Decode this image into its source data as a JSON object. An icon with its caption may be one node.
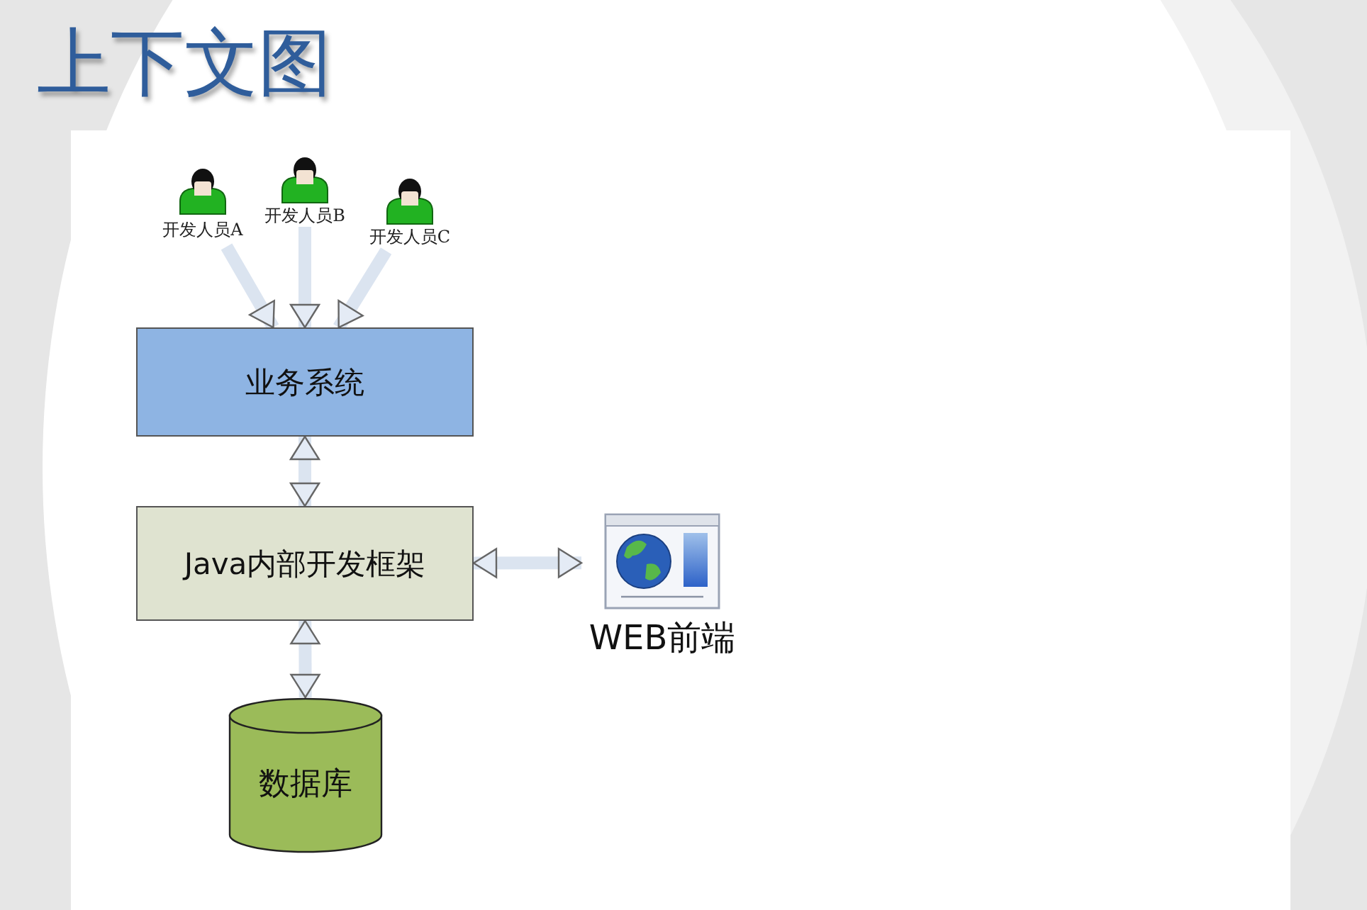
{
  "diagram": {
    "title": "上下文图",
    "nodes": [
      {
        "text": [
          "开发人员A"
        ]
      },
      {
        "text": [
          "开发人员B"
        ]
      },
      {
        "text": [
          "开发人员C"
        ]
      },
      {
        "text": [
          "业务系统"
        ]
      },
      {
        "text": [
          "Java内部开发框架"
        ]
      },
      {
        "text": [
          "WEB前端"
        ]
      },
      {
        "text": [
          "数据库"
        ]
      }
    ],
    "edges": [
      {
        "from": 0,
        "to": 3,
        "arrow": "to"
      },
      {
        "from": 1,
        "to": 3,
        "arrow": "to"
      },
      {
        "from": 2,
        "to": 3,
        "arrow": "to"
      },
      {
        "from": 3,
        "to": 4,
        "arrow": "both"
      },
      {
        "from": 4,
        "to": 5,
        "arrow": "both"
      },
      {
        "from": 4,
        "to": 6,
        "arrow": "both"
      }
    ]
  }
}
